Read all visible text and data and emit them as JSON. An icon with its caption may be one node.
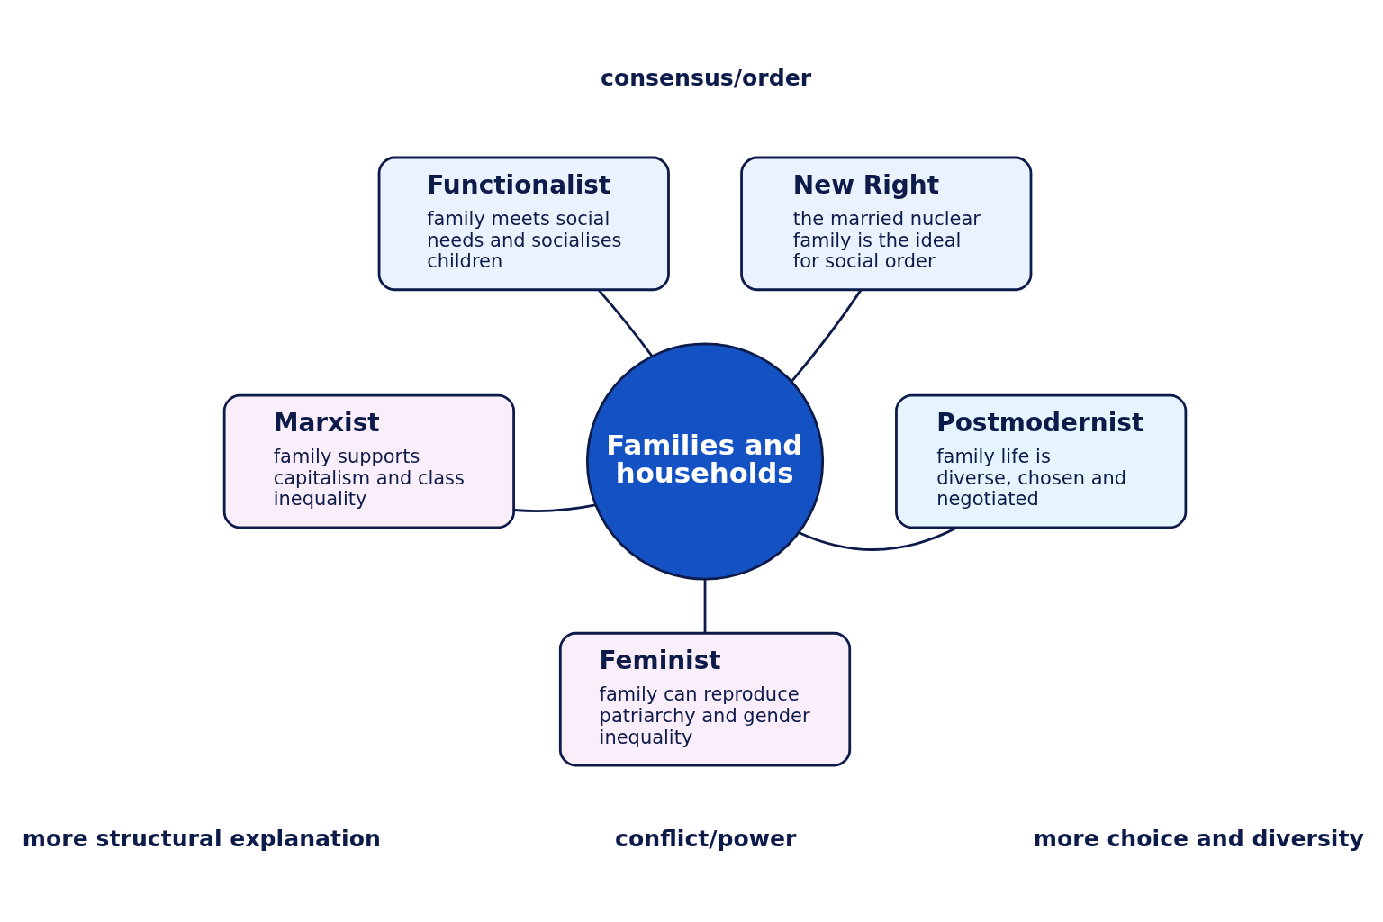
{
  "diagram": {
    "nodes": [
      {
        "text": [
          "Families and households"
        ]
      },
      {
        "text": [
          "Functionalist",
          "family meets social needs and socialises children"
        ]
      },
      {
        "text": [
          "New Right",
          "the married nuclear family is the ideal for social order"
        ]
      },
      {
        "text": [
          "Marxist",
          "family supports capitalism and class inequality"
        ]
      },
      {
        "text": [
          "Postmodernist",
          "family life is diverse, chosen and negotiated"
        ]
      },
      {
        "text": [
          "Feminist",
          "family can reproduce patriarchy and gender inequality"
        ]
      }
    ],
    "edges": [
      {
        "from": 0,
        "to": 1,
        "arrow": "none"
      },
      {
        "from": 0,
        "to": 2,
        "arrow": "none"
      },
      {
        "from": 0,
        "to": 3,
        "arrow": "none"
      },
      {
        "from": 0,
        "to": 4,
        "arrow": "none"
      },
      {
        "from": 0,
        "to": 5,
        "arrow": "none"
      }
    ],
    "labels": [
      "consensus/order",
      "more structural explanation",
      "more choice and diversity",
      "conflict/power"
    ]
  }
}
